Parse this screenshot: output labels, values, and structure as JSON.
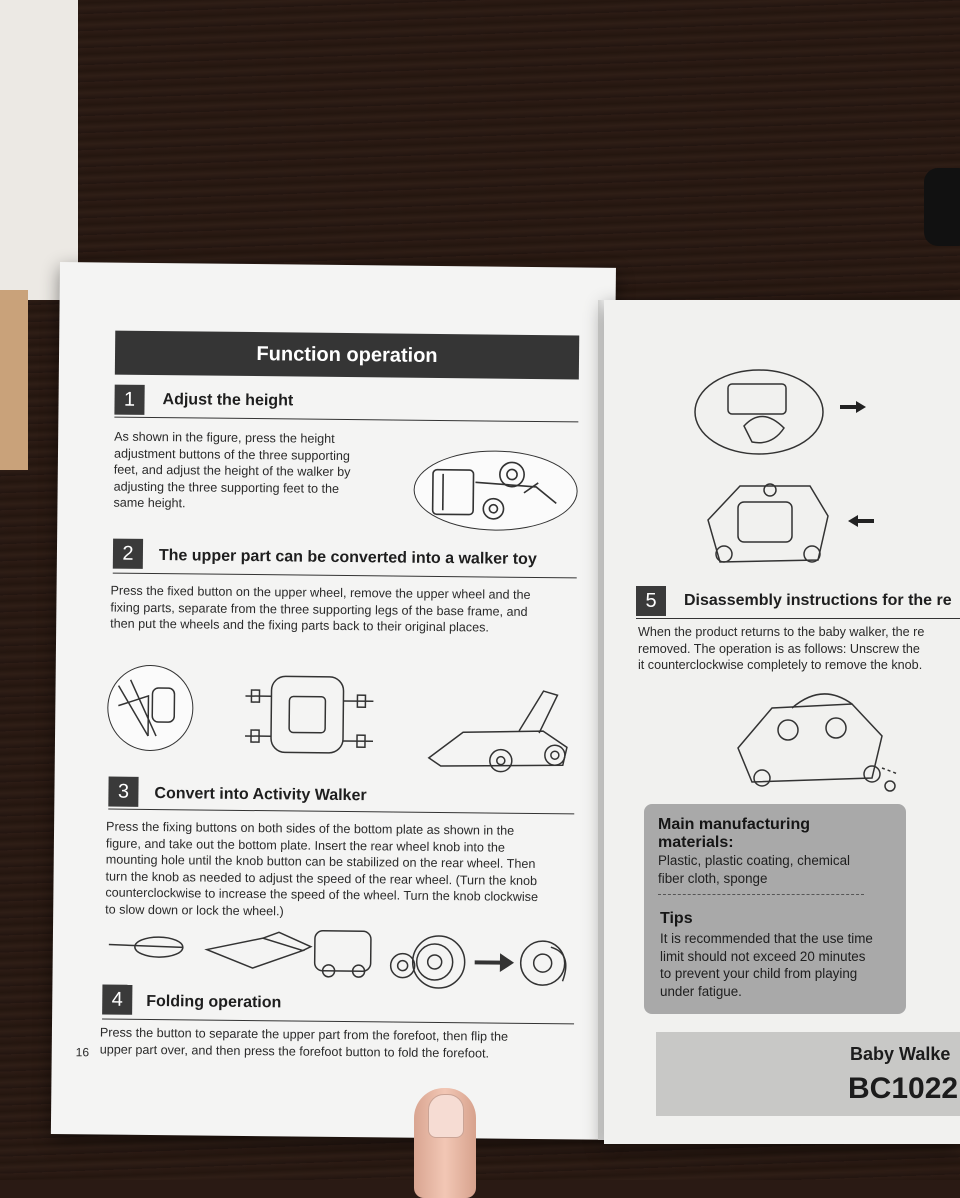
{
  "left_page": {
    "banner_title": "Function operation",
    "page_number": "16",
    "sections": [
      {
        "number": "1",
        "title": "Adjust the height",
        "lines": [
          "As shown in the figure, press the height",
          "adjustment buttons of the three supporting",
          "feet, and adjust the height of the walker by",
          "adjusting the three supporting feet to the",
          "same height."
        ]
      },
      {
        "number": "2",
        "title": "The upper part can be converted into a walker toy",
        "lines": [
          "Press the fixed button on the upper wheel, remove the upper wheel and the",
          "fixing parts, separate from the three supporting legs of the base frame, and",
          "then put the wheels and the fixing parts back to their original places."
        ]
      },
      {
        "number": "3",
        "title": "Convert into Activity Walker",
        "lines": [
          "Press the fixing buttons on both sides of the bottom plate as shown in the",
          "figure, and take out the bottom plate. Insert the rear wheel knob into the",
          "mounting hole until the knob button can be stabilized on the rear wheel. Then",
          "turn the knob as needed to adjust the speed of the rear wheel. (Turn the knob",
          "counterclockwise to increase the speed of the wheel. Turn the knob clockwise",
          "to slow down or lock the wheel.)"
        ]
      },
      {
        "number": "4",
        "title": "Folding operation",
        "lines": [
          "Press the button to separate the upper part from the forefoot, then flip the",
          "upper part over, and then press the forefoot button to fold the forefoot."
        ]
      }
    ]
  },
  "right_page": {
    "section5": {
      "number": "5",
      "title": "Disassembly instructions for the re",
      "lines": [
        "When the product returns to the baby walker, the re",
        "removed. The operation is as follows: Unscrew the",
        "it counterclockwise completely to remove the knob."
      ]
    },
    "materials_title_line1": "Main manufacturing",
    "materials_title_line2": "materials:",
    "materials_lines": [
      "Plastic, plastic coating, chemical",
      "fiber cloth, sponge"
    ],
    "tips_title": "Tips",
    "tips_lines": [
      "It is recommended that the use time",
      "limit should not exceed 20 minutes",
      "to prevent your child from playing",
      "under fatigue."
    ],
    "product_name": "Baby Walke",
    "model_code": "BC1022"
  }
}
